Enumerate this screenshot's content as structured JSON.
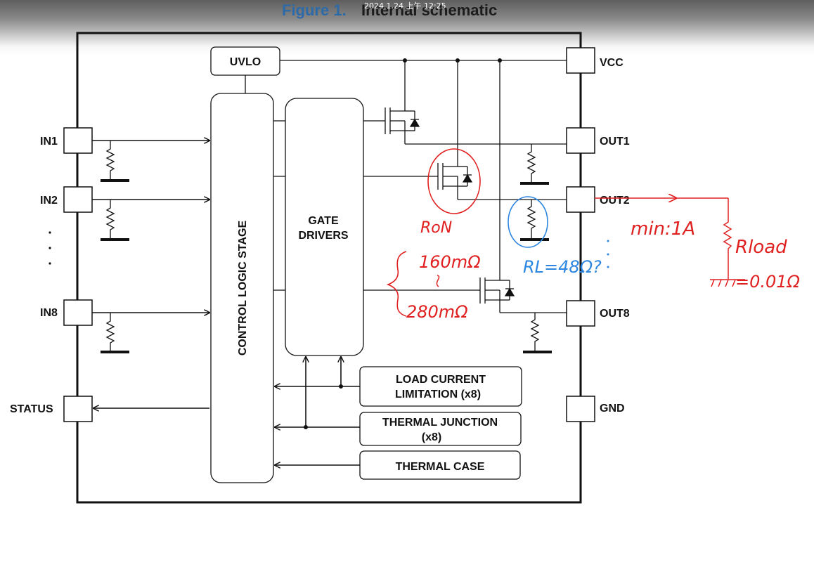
{
  "header": {
    "figure_number": "Figure 1.",
    "figure_title": "Internal schematic",
    "timestamp": "2024.1.24 上午 12:25"
  },
  "blocks": {
    "uvlo": "UVLO",
    "control_logic": "CONTROL  LOGIC STAGE",
    "gate_drivers_line1": "GATE",
    "gate_drivers_line2": "DRIVERS",
    "load_current_line1": "LOAD CURRENT",
    "load_current_line2": "LIMITATION (x8)",
    "thermal_junction_line1": "THERMAL JUNCTION",
    "thermal_junction_line2": "(x8)",
    "thermal_case": "THERMAL CASE"
  },
  "pins": {
    "in1": "IN1",
    "in2": "IN2",
    "in8": "IN8",
    "status": "STATUS",
    "vcc": "VCC",
    "out1": "OUT1",
    "out2": "OUT2",
    "out8": "OUT8",
    "gnd": "GND"
  },
  "annotations": {
    "ron": "RoN",
    "ron_min": "160mΩ",
    "ron_max": "280mΩ",
    "rl": "RL=48Ω?",
    "min_current": "min:1A",
    "rload": "Rload",
    "rload_value": "=0.01Ω"
  },
  "colors": {
    "ink": "#111111",
    "figure_blue": "#2d6aa8",
    "annotation_red": "#e02020",
    "annotation_blue": "#2d86e0"
  }
}
